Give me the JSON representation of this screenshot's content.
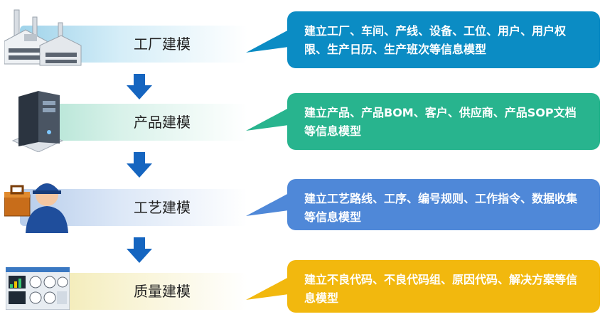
{
  "stages": [
    {
      "label": "工厂建模",
      "icon": "factory-icon",
      "color": "#0b8cc4",
      "description": "建立工厂、车间、产线、设备、工位、用户、用户权限、生产日历、生产班次等信息模型"
    },
    {
      "label": "产品建模",
      "icon": "computer-tower-icon",
      "color": "#28b48e",
      "description": "建立产品、产品BOM、客户、供应商、产品SOP文档等信息模型"
    },
    {
      "label": "工艺建模",
      "icon": "worker-toolbox-icon",
      "color": "#4f88d8",
      "description": "建立工艺路线、工序、编号规则、工作指令、数据收集等信息模型"
    },
    {
      "label": "质量建模",
      "icon": "quality-dashboard-icon",
      "color": "#f2b80e",
      "description": "建立不良代码、不良代码组、原因代码、解决方案等信息模型"
    }
  ],
  "flow_arrow_color": "#1565c0"
}
